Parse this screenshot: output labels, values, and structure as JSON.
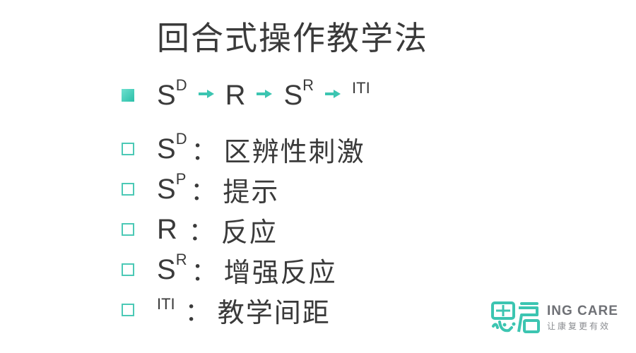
{
  "title": "回合式操作教学法",
  "sequence": {
    "s1": "S",
    "s1_sup": "D",
    "r": "R",
    "s2": "S",
    "s2_sup": "R",
    "iti": "ITI"
  },
  "definitions": [
    {
      "term": "S",
      "sup": "D",
      "colon": "：",
      "desc": "区辨性刺激"
    },
    {
      "term": "S",
      "sup": "P",
      "colon": "：",
      "desc": "提示"
    },
    {
      "term": "R",
      "sup": "",
      "colon": "：",
      "desc": "反应"
    },
    {
      "term": "S",
      "sup": "R",
      "colon": "：",
      "desc": "增强反应"
    },
    {
      "term": "ITI",
      "sup": "",
      "colon": "：",
      "desc": "教学间距"
    }
  ],
  "logo": {
    "brand_en": "ING CARE",
    "brand_cn": "让康复更有效",
    "mark_alt": "恩启 logo"
  },
  "colors": {
    "accent": "#3cc5b1",
    "text": "#3a3a3a"
  }
}
